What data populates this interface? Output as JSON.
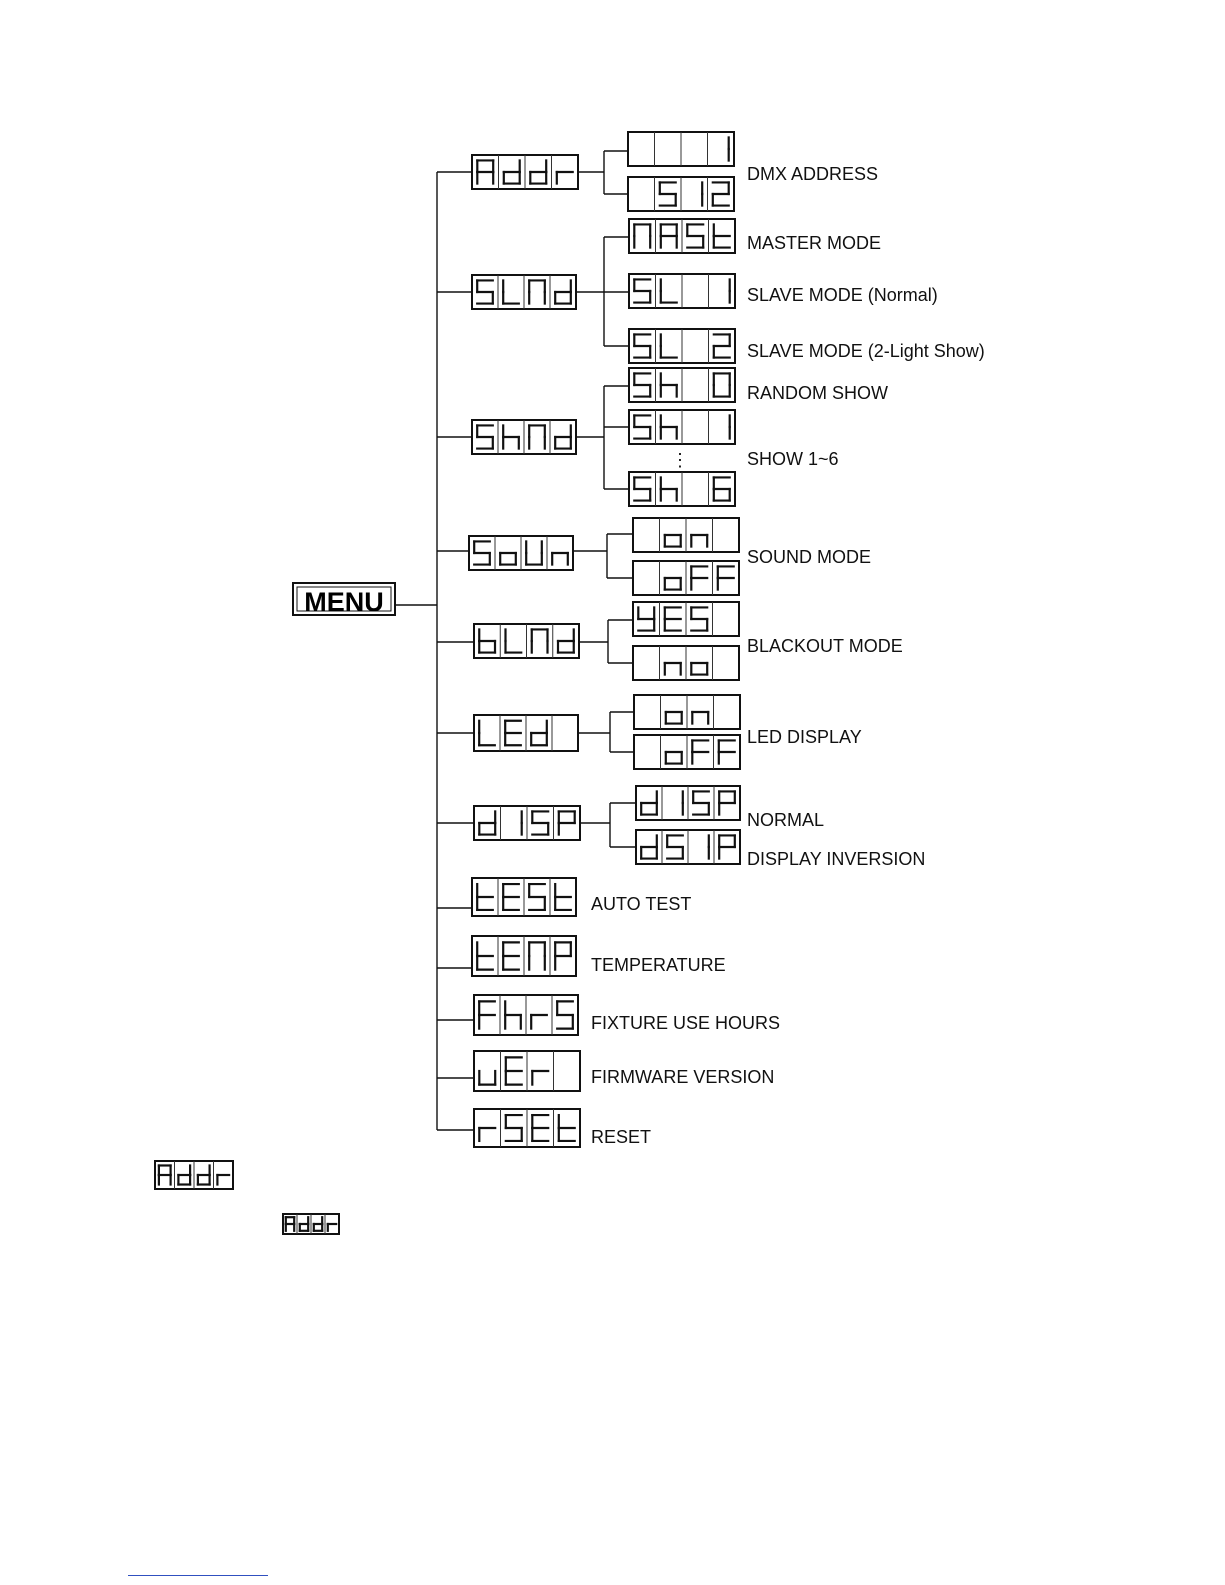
{
  "menu": {
    "label": "MENU"
  },
  "items": [
    {
      "code": "Addr",
      "options": [
        {
          "code": "   1"
        },
        {
          "code": " 512"
        }
      ],
      "desc": [
        "DMX ADDRESS"
      ]
    },
    {
      "code": "SLNd",
      "options": [
        {
          "code": "NASt"
        },
        {
          "code": "SL 1"
        },
        {
          "code": "SL 2"
        }
      ],
      "desc": [
        "MASTER MODE",
        "SLAVE  MODE (Normal)",
        "SLAVE  MODE (2-Light Show)"
      ]
    },
    {
      "code": "ShNd",
      "options": [
        {
          "code": "Sh 0"
        },
        {
          "code": "Sh 1"
        },
        {
          "code": "Sh 6"
        }
      ],
      "desc": [
        "RANDOM SHOW",
        "SHOW 1~6"
      ],
      "ellipsis": "⋮"
    },
    {
      "code": "SoUn",
      "options": [
        {
          "code": " on "
        },
        {
          "code": " oFF"
        }
      ],
      "desc": [
        "SOUND MODE"
      ]
    },
    {
      "code": "bLNd",
      "options": [
        {
          "code": "YES "
        },
        {
          "code": " no "
        }
      ],
      "desc": [
        "BLACKOUT MODE"
      ]
    },
    {
      "code": "LEd ",
      "options": [
        {
          "code": " on "
        },
        {
          "code": " oFF"
        }
      ],
      "desc": [
        "LED DISPLAY"
      ]
    },
    {
      "code": "dISP",
      "options": [
        {
          "code": "dISP"
        },
        {
          "code": "dSIP"
        }
      ],
      "desc": [
        "NORMAL",
        "DISPLAY INVERSION"
      ]
    },
    {
      "code": "tESt",
      "desc": [
        "AUTO TEST"
      ]
    },
    {
      "code": "tENP",
      "desc": [
        "TEMPERATURE"
      ]
    },
    {
      "code": "FhrS",
      "desc": [
        "FIXTURE USE HOURS"
      ]
    },
    {
      "code": "uEr ",
      "desc": [
        "FIRMWARE VERSION"
      ]
    },
    {
      "code": "rSEt",
      "desc": [
        "RESET"
      ]
    }
  ],
  "legend_icons": [
    {
      "code": "Addr"
    },
    {
      "code": "Addr"
    }
  ]
}
